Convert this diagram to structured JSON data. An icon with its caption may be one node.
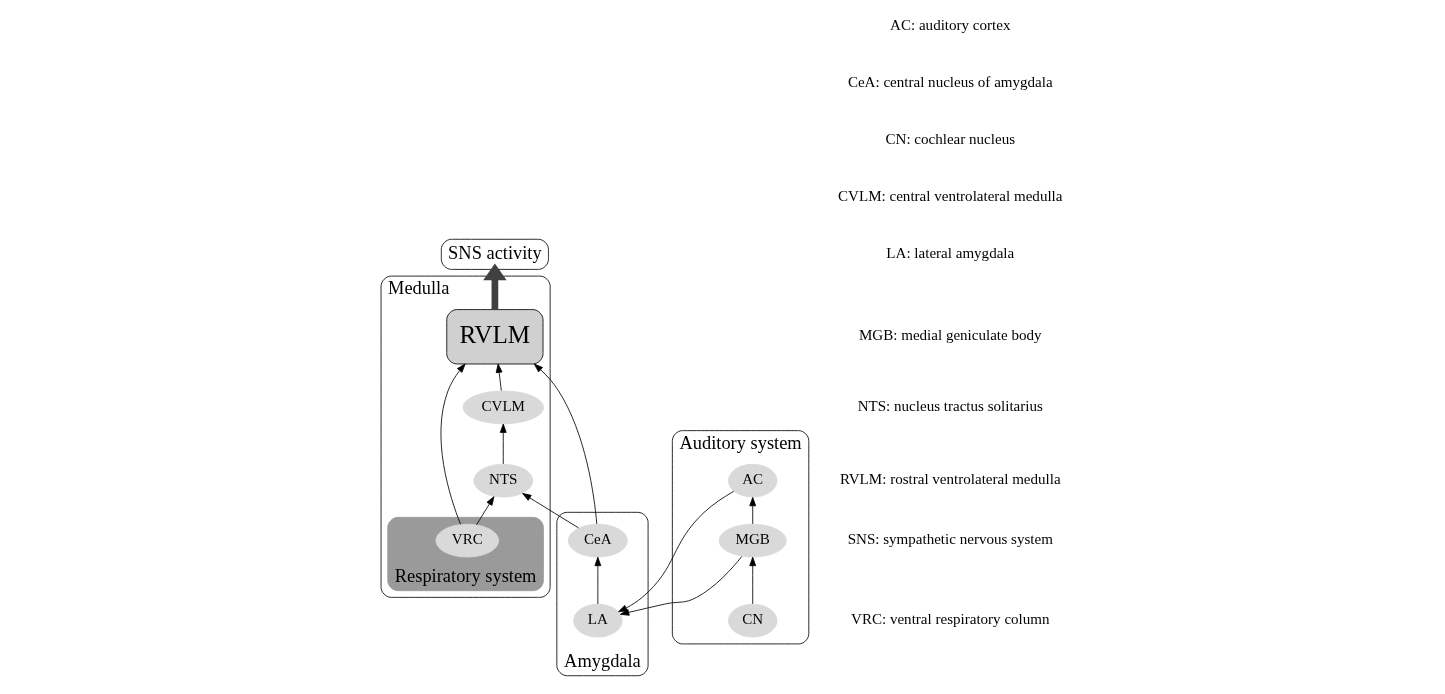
{
  "diagram": {
    "nodes": [
      {
        "text": [
          "SNS activity"
        ]
      },
      {
        "text": [
          "Medulla"
        ]
      },
      {
        "text": [
          "CVLM"
        ],
        "in": 1
      },
      {
        "text": [
          "RVLM"
        ],
        "in": 1
      },
      {
        "text": [
          "NTS"
        ],
        "in": 1
      },
      {
        "text": [
          "Respiratory system"
        ],
        "in": 1
      },
      {
        "text": [
          "VRC"
        ],
        "in": 5
      },
      {
        "text": [
          "Auditory system"
        ]
      },
      {
        "text": [
          "AC"
        ],
        "in": 7
      },
      {
        "text": [
          "MGB"
        ],
        "in": 7
      },
      {
        "text": [
          "CN"
        ],
        "in": 7
      },
      {
        "text": [
          "Amygdala"
        ]
      },
      {
        "text": [
          "CeA"
        ],
        "in": 11
      },
      {
        "text": [
          "LA"
        ],
        "in": 11
      }
    ],
    "edges": [
      {
        "from": 3,
        "to": 0,
        "arrow": "to",
        "style": "thick"
      },
      {
        "from": 2,
        "to": 3,
        "arrow": "to"
      },
      {
        "from": 4,
        "to": 2,
        "arrow": "to"
      },
      {
        "from": 6,
        "to": 4,
        "arrow": "to"
      },
      {
        "from": 6,
        "to": 3,
        "arrow": "to"
      },
      {
        "from": 12,
        "to": 3,
        "arrow": "to"
      },
      {
        "from": 12,
        "to": 4,
        "arrow": "to"
      },
      {
        "from": 13,
        "to": 12,
        "arrow": "to"
      },
      {
        "from": 8,
        "to": 13,
        "arrow": "to"
      },
      {
        "from": 9,
        "to": 13,
        "arrow": "to"
      },
      {
        "from": 10,
        "to": 9,
        "arrow": "to"
      },
      {
        "from": 9,
        "to": 8,
        "arrow": "to"
      }
    ],
    "labels": [
      "AC: auditory cortex",
      "CeA: central nucleus of amygdala",
      "CN: cochlear nucleus",
      "CVLM: central ventrolateral medulla",
      "LA: lateral amygdala",
      "MGB: medial geniculate body",
      "NTS: nucleus tractus solitarius",
      "RVLM: rostral ventrolateral medulla",
      "SNS: sympathetic nervous system",
      "VRC: ventral respiratory column"
    ]
  }
}
